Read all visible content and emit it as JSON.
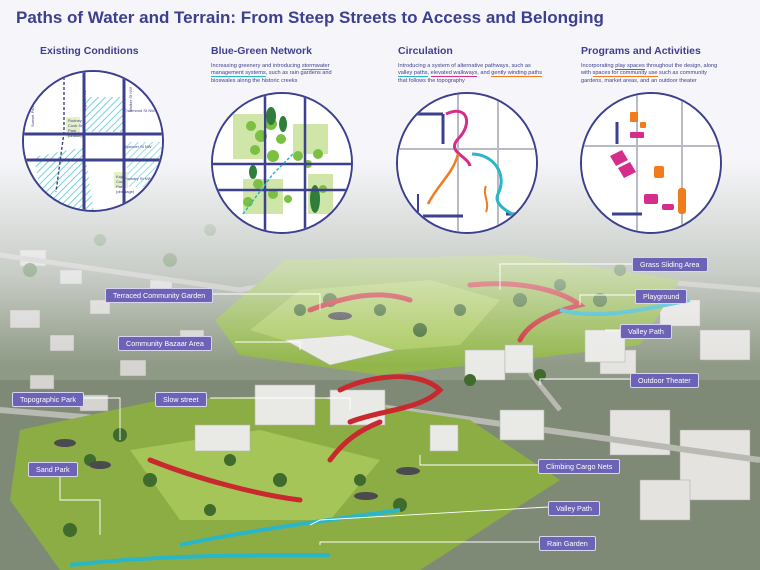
{
  "title": "Paths of Water and Terrain: From Steep Streets to Access and Belonging",
  "sections": [
    {
      "heading": "Existing Conditions"
    },
    {
      "heading": "Blue-Green Network",
      "desc_parts": [
        "Increasing greenery and introducing ",
        "stormwater management systems",
        ", such as rain gardens and bioswales along the historic creeks"
      ]
    },
    {
      "heading": "Circulation",
      "desc_parts": [
        "Introducing a system of alternative pathways, such as ",
        "valley paths",
        ", ",
        "elevated walkways",
        ", and ",
        "gently winding paths",
        " that follows the topography"
      ]
    },
    {
      "heading": "Programs and Activities",
      "desc_parts": [
        "Incorporating ",
        "play spaces",
        " throughout the design, along with ",
        "spaces for community use",
        " such as community gardens, market areas, and an outdoor theater"
      ]
    }
  ],
  "existing_map": {
    "streets": [
      "Sunset Park NW",
      "Vega St NW",
      "Walker St NW",
      "Thurmond St NW",
      "Spencer St NW",
      "Foundry St NW",
      "Magnolia St NW"
    ],
    "places": [
      "Rodney Cook Sr. Park (unbuilt)",
      "Kaja Cook Park (drainage)"
    ]
  },
  "callouts": {
    "grass_sliding": "Grass Sliding Area",
    "terraced_garden": "Terraced Community Garden",
    "playground": "Playground",
    "valley_path_1": "Valley Path",
    "bazaar": "Community Bazaar Area",
    "outdoor_theater": "Outdoor Theater",
    "topographic_park": "Topographic Park",
    "slow_street": "Slow street",
    "sand_park": "Sand Park",
    "cargo_nets": "Climbing Cargo Nets",
    "valley_path_2": "Valley Path",
    "rain_garden": "Rain Garden"
  },
  "colors": {
    "title": "#3d3f8f",
    "label_bg": "#6c62b6",
    "stormwater": "#29b6c8",
    "elevated": "#d62c8a",
    "winding": "#f07c1e",
    "greenery": "#7bc043",
    "walkway_red": "#c8282e"
  }
}
